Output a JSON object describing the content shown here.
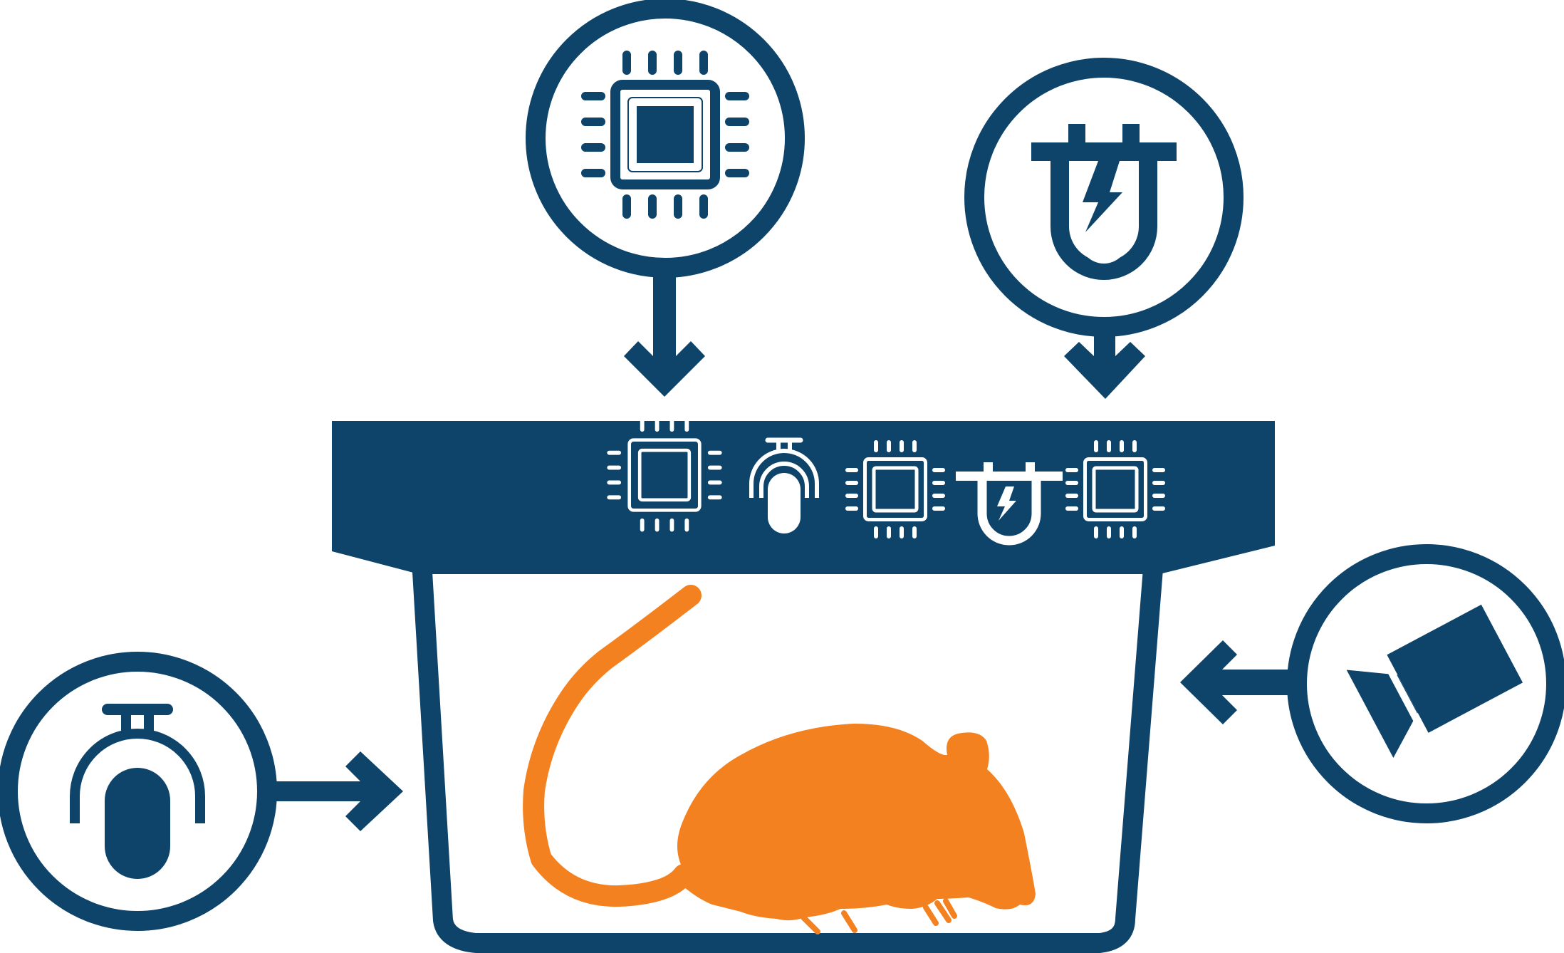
{
  "colors": {
    "navy": "#0E436A",
    "orange": "#F48120",
    "white": "#FFFFFF"
  },
  "diagram": {
    "cage": {
      "lid_icons": [
        "chip-icon",
        "sensor-icon",
        "chip-icon",
        "plug-icon",
        "chip-icon"
      ],
      "subject": "mouse-icon"
    },
    "nodes": [
      {
        "id": "chip",
        "icon": "chip-icon",
        "arrow_direction": "down"
      },
      {
        "id": "power",
        "icon": "plug-icon",
        "arrow_direction": "down"
      },
      {
        "id": "sensor",
        "icon": "sensor-icon",
        "arrow_direction": "right"
      },
      {
        "id": "camera",
        "icon": "camera-icon",
        "arrow_direction": "left"
      }
    ]
  }
}
